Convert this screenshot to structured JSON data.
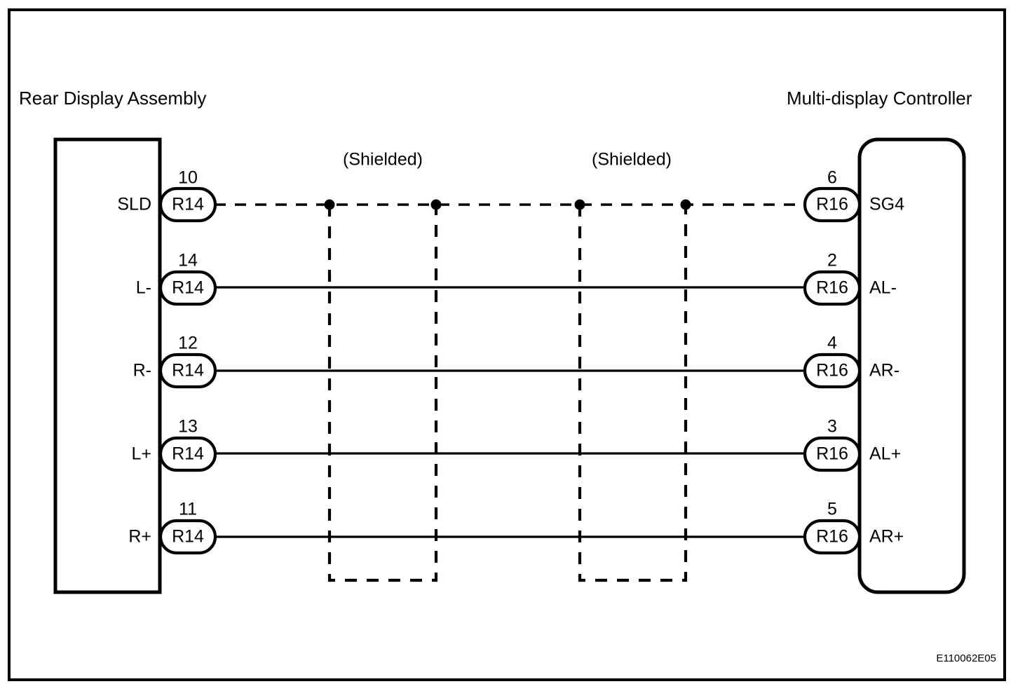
{
  "diagram": {
    "id_code": "E110062E05",
    "left_component": {
      "title": "Rear Display Assembly",
      "connector_code": "R14",
      "pins": [
        {
          "pin_number": "10",
          "signal": "SLD",
          "code": "R14",
          "wire_style": "dashed"
        },
        {
          "pin_number": "14",
          "signal": "L-",
          "code": "R14",
          "wire_style": "solid"
        },
        {
          "pin_number": "12",
          "signal": "R-",
          "code": "R14",
          "wire_style": "solid"
        },
        {
          "pin_number": "13",
          "signal": "L+",
          "code": "R14",
          "wire_style": "solid"
        },
        {
          "pin_number": "11",
          "signal": "R+",
          "code": "R14",
          "wire_style": "solid"
        }
      ]
    },
    "right_component": {
      "title": "Multi-display Controller",
      "connector_code": "R16",
      "pins": [
        {
          "pin_number": "6",
          "signal": "SG4",
          "code": "R16"
        },
        {
          "pin_number": "2",
          "signal": "AL-",
          "code": "R16"
        },
        {
          "pin_number": "4",
          "signal": "AR-",
          "code": "R16"
        },
        {
          "pin_number": "3",
          "signal": "AL+",
          "code": "R16"
        },
        {
          "pin_number": "5",
          "signal": "AR+",
          "code": "R16"
        }
      ]
    },
    "shield_groups": [
      {
        "caption": "(Shielded)"
      },
      {
        "caption": "(Shielded)"
      }
    ],
    "colors": {
      "line": "#000000",
      "background": "#ffffff"
    }
  }
}
